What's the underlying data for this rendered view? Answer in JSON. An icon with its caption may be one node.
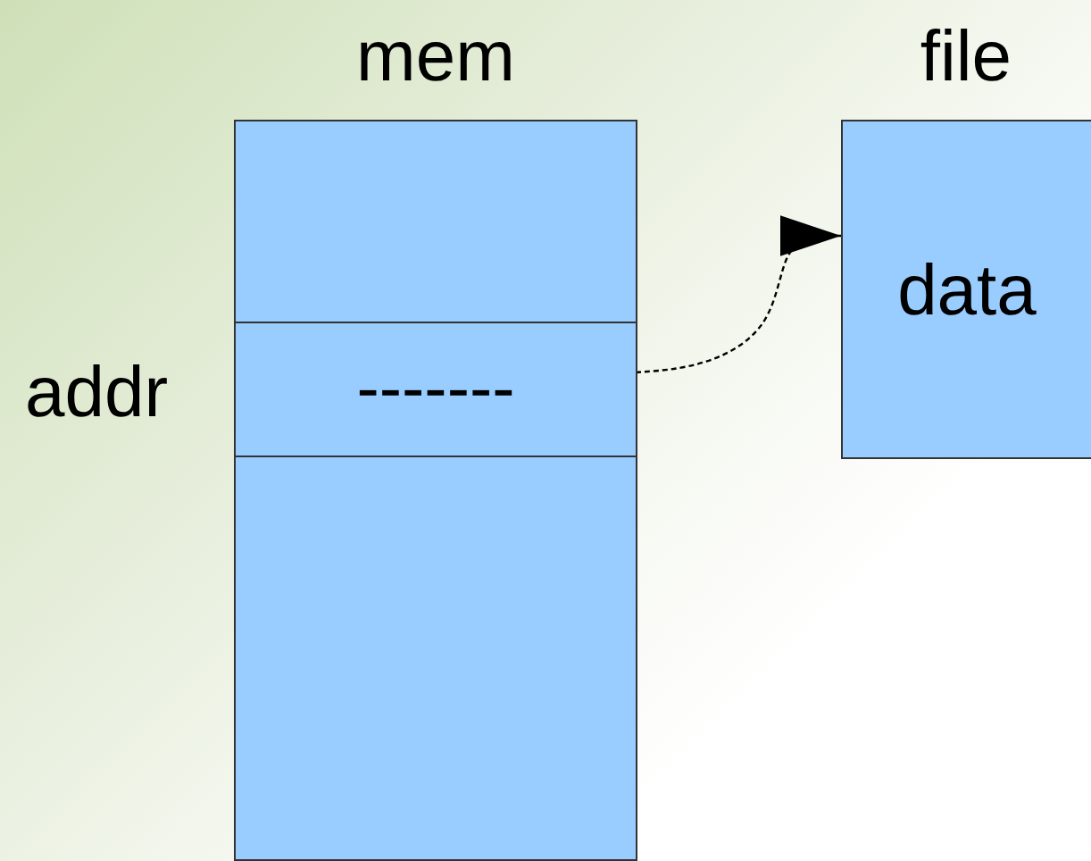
{
  "diagram": {
    "nodes": [
      {
        "text": [
          "mem"
        ]
      },
      {
        "text": [],
        "shape": "box",
        "in": 0
      },
      {
        "text": [
          "-------"
        ],
        "beside": [
          "addr"
        ],
        "in": 0
      },
      {
        "text": [],
        "shape": "box",
        "in": 0
      },
      {
        "text": [
          "file",
          "data"
        ]
      }
    ],
    "edges": [
      {
        "from": 2,
        "to": 4,
        "arrow": "to",
        "style": "dashed"
      }
    ]
  }
}
